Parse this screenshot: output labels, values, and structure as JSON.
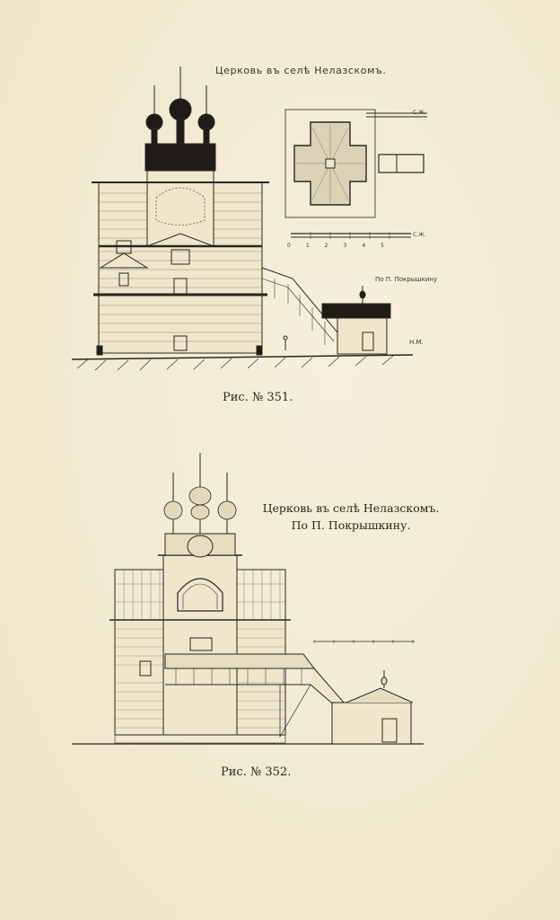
{
  "figure1": {
    "drawing_title": "Церковь въ селѣ Нелазскомъ.",
    "author_note": "По П. Покрышкину",
    "initials": "Н.М.",
    "scale_label": "С.Ж.",
    "scale_numbers": [
      "0",
      "1",
      "2",
      "3",
      "4",
      "5"
    ],
    "caption": "Рис. № 351."
  },
  "figure2": {
    "caption_line1": "Церковь въ селѣ Нелазскомъ.",
    "caption_line2": "По П. Покрышкину.",
    "caption": "Рис. № 352."
  }
}
